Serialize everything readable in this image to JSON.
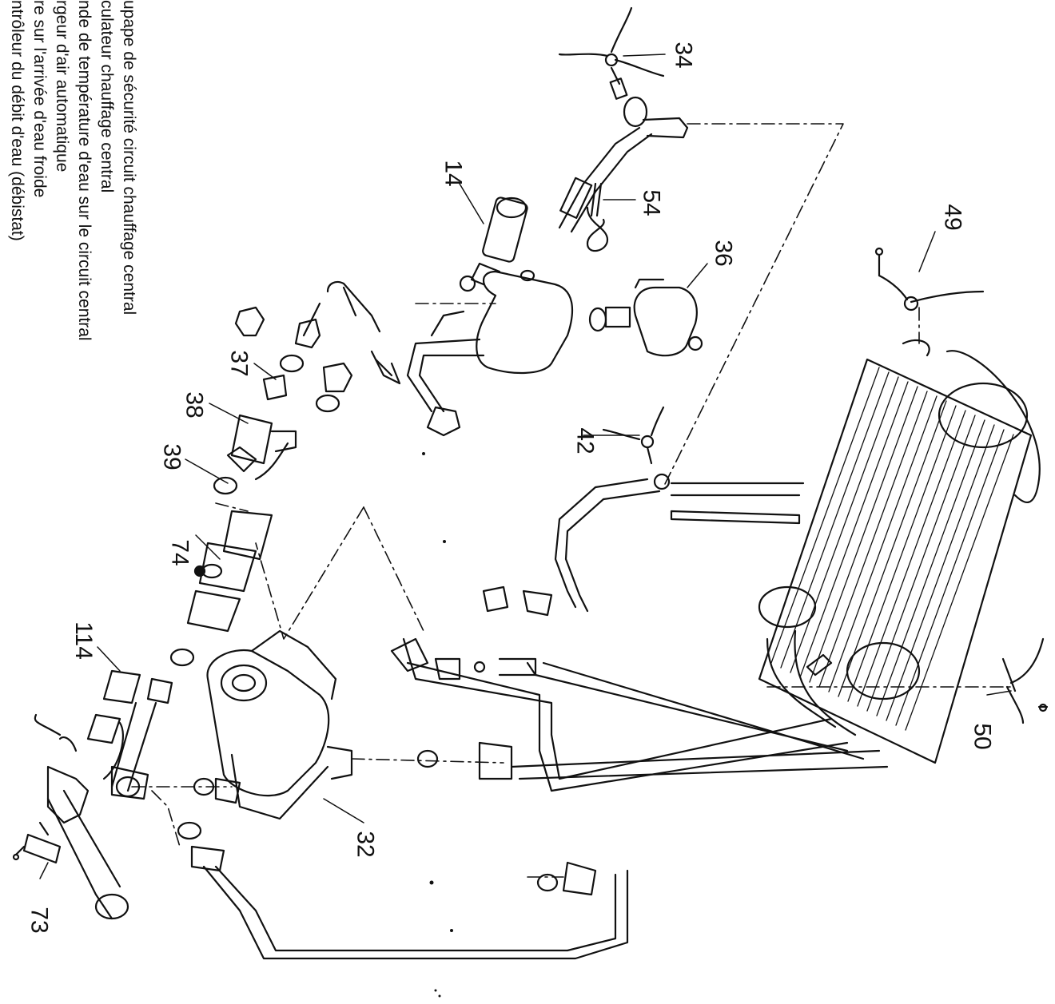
{
  "legend": {
    "lines": [
      "upape de sécurité circuit chauffage central",
      "culateur chauffage central",
      "nde de température d'eau sur le circuit central",
      "rgeur d'air automatique",
      "re sur l'arrivée d'eau froide",
      "ntrôleur du débit d'eau (débistat)"
    ]
  },
  "callouts": {
    "c34": "34",
    "c14": "14",
    "c54": "54",
    "c49": "49",
    "c36": "36",
    "c37": "37",
    "c38": "38",
    "c39": "39",
    "c42": "42",
    "c74": "74",
    "c114": "114",
    "c50": "50",
    "c32": "32",
    "c73": "73"
  }
}
